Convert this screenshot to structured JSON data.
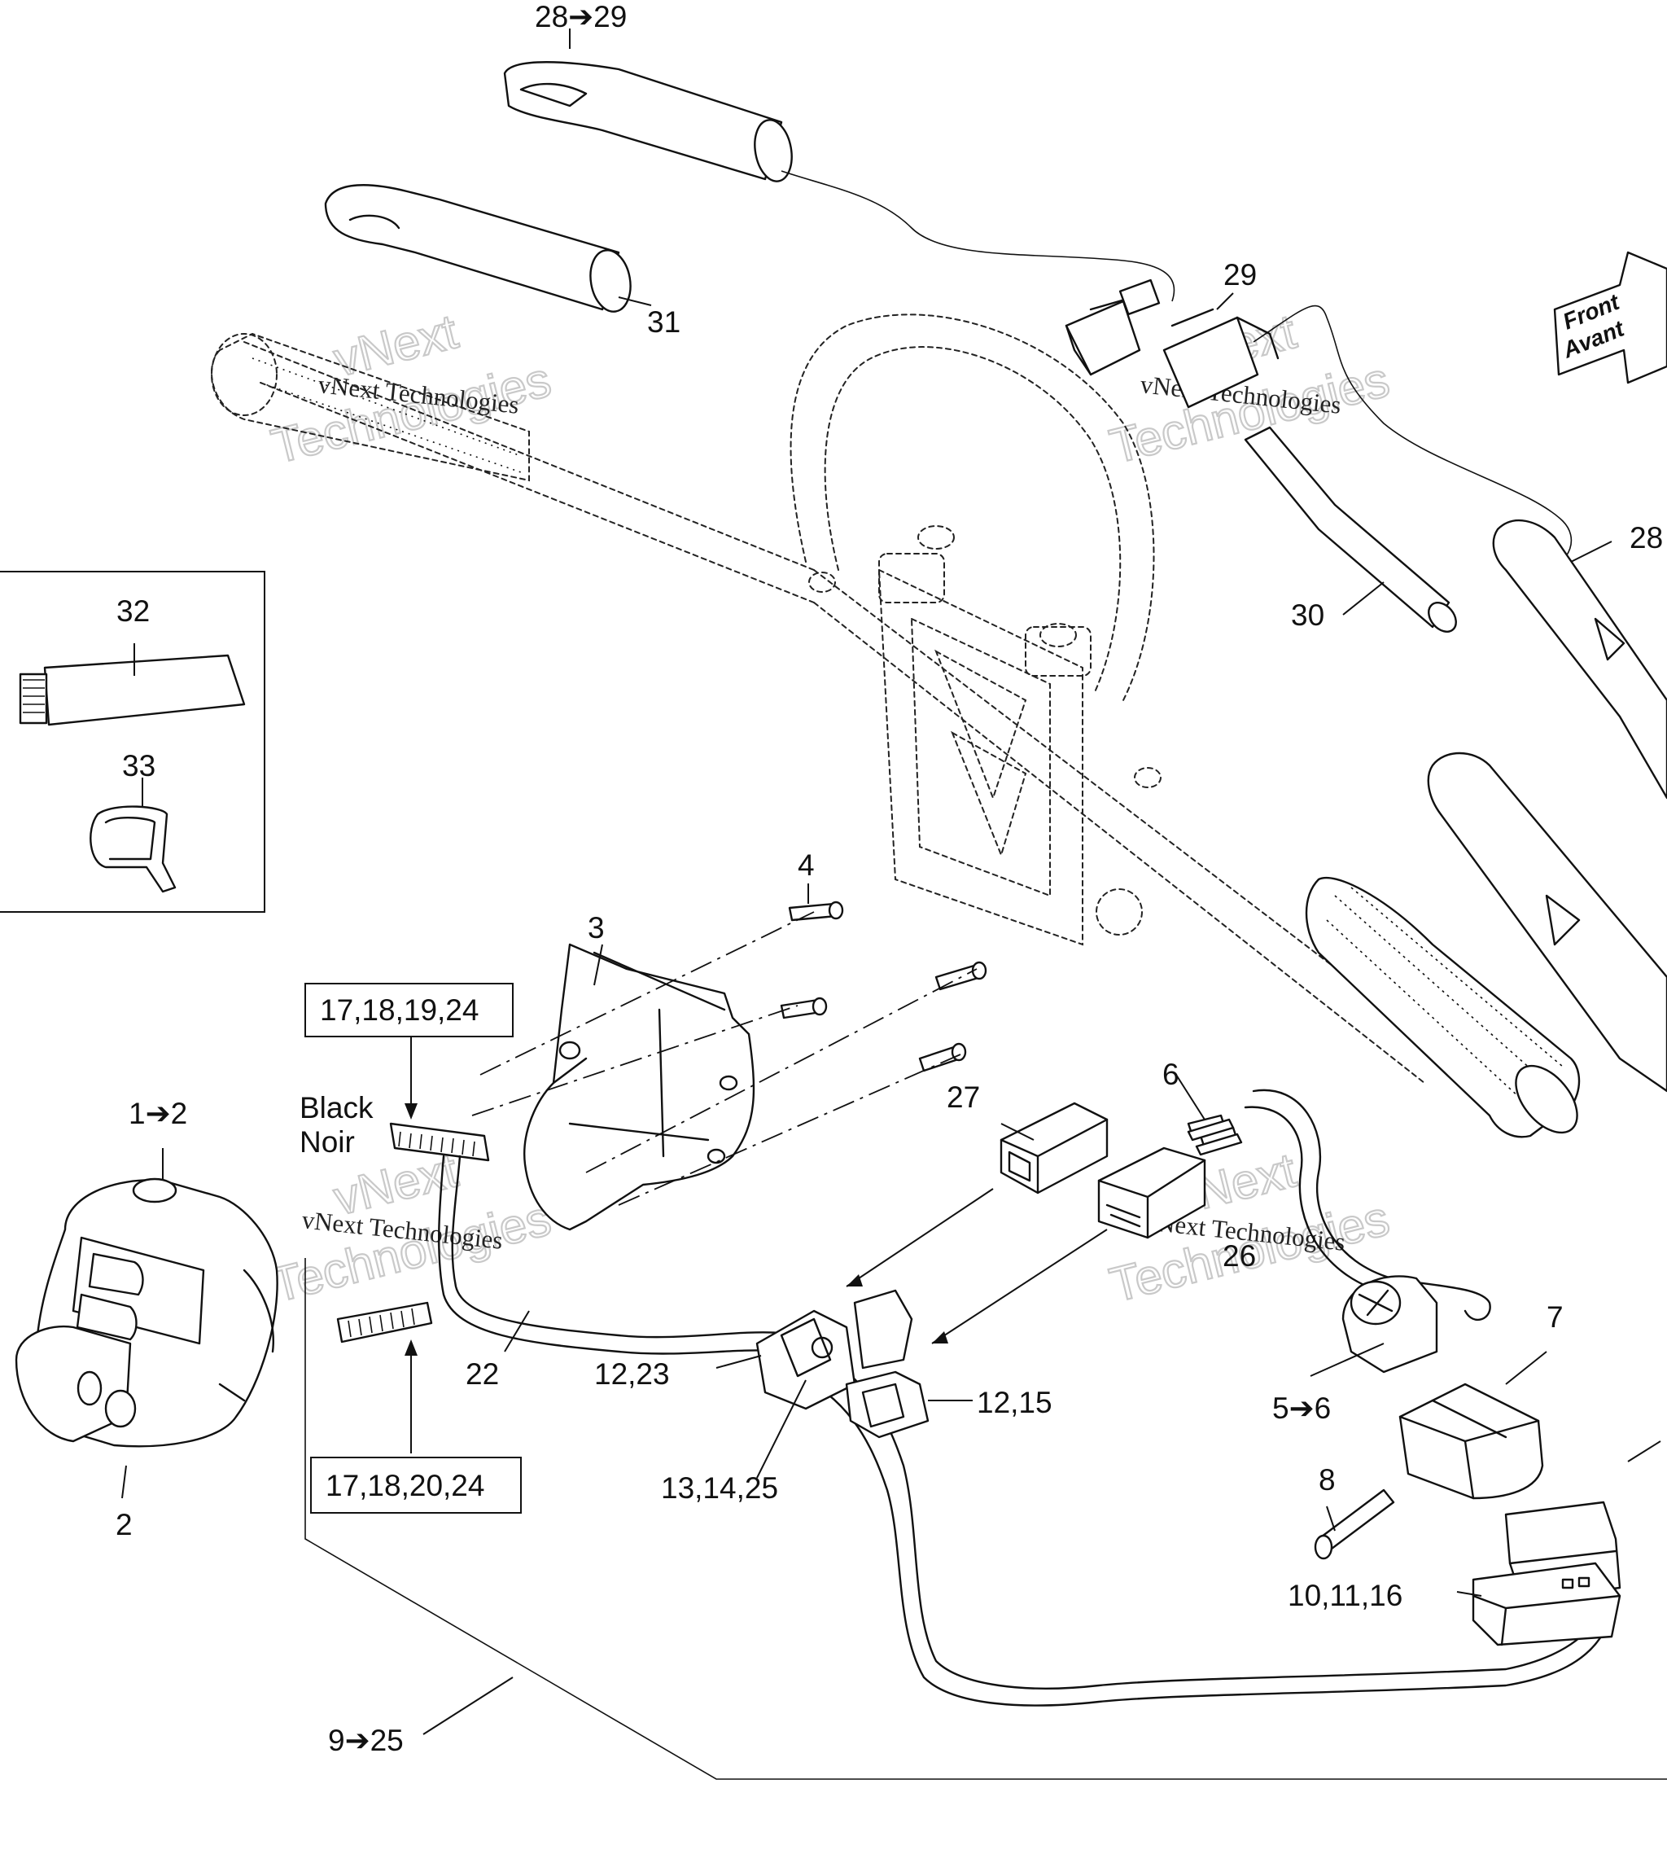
{
  "callouts": [
    {
      "id": "c-28-29-top",
      "text": "28➔29"
    },
    {
      "id": "c-31",
      "text": "31"
    },
    {
      "id": "c-29",
      "text": "29"
    },
    {
      "id": "c-28",
      "text": "28"
    },
    {
      "id": "c-30",
      "text": "30"
    },
    {
      "id": "c-32",
      "text": "32"
    },
    {
      "id": "c-33",
      "text": "33"
    },
    {
      "id": "c-4",
      "text": "4"
    },
    {
      "id": "c-3",
      "text": "3"
    },
    {
      "id": "c-1-2",
      "text": "1➔2"
    },
    {
      "id": "c-2",
      "text": "2"
    },
    {
      "id": "c-27",
      "text": "27"
    },
    {
      "id": "c-6",
      "text": "6"
    },
    {
      "id": "c-26",
      "text": "26"
    },
    {
      "id": "c-7",
      "text": "7"
    },
    {
      "id": "c-5-6",
      "text": "5➔6"
    },
    {
      "id": "c-8",
      "text": "8"
    },
    {
      "id": "c-22",
      "text": "22"
    },
    {
      "id": "c-12-23",
      "text": "12,23"
    },
    {
      "id": "c-12-15",
      "text": "12,15"
    },
    {
      "id": "c-13-14-25",
      "text": "13,14,25"
    },
    {
      "id": "c-10-11-16",
      "text": "10,11,16"
    },
    {
      "id": "c-9-25",
      "text": "9➔25"
    }
  ],
  "boxed_labels": {
    "top": "17,18,19,24",
    "bottom": "17,18,20,24"
  },
  "connector_color": {
    "line1": "Black",
    "line2": "Noir"
  },
  "direction_badge": {
    "line1": "Front",
    "line2": "Avant"
  },
  "watermarks": {
    "big_line1": "vNext",
    "big_line2": "Technologies",
    "small": "vNext Technologies"
  }
}
